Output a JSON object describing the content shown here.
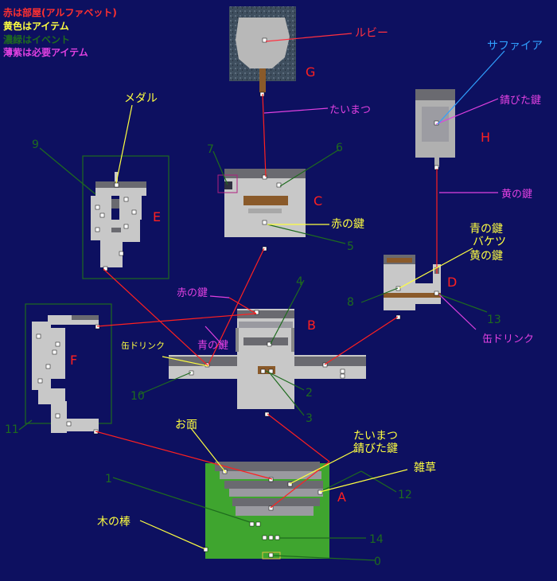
{
  "legend": [
    {
      "text": "赤は部屋(アルファベット)",
      "color": "#ff3030"
    },
    {
      "text": "黄色はアイテム",
      "color": "#ffff40"
    },
    {
      "text": "濃緑はイベント",
      "color": "#1e6b1e"
    },
    {
      "text": "薄紫は必要アイテム",
      "color": "#e040e0"
    }
  ],
  "colors": {
    "background": "#0d1060",
    "room": "#ff2020",
    "item": "#ffff40",
    "event": "#1e6b1e",
    "required": "#e040e0",
    "gem": "#ff3040",
    "sapphire": "#30a0ff",
    "grass": "#3fa52f",
    "floor": "#c8c8c8",
    "wall": "#6a6a70"
  },
  "rooms": [
    "A",
    "B",
    "C",
    "D",
    "E",
    "F",
    "G",
    "H"
  ],
  "items": [
    "お面",
    "たいまつ",
    "錆びた鍵",
    "雑草",
    "木の棒",
    "赤の鍵",
    "青の鍵",
    "バケツ",
    "黄の鍵",
    "メダル",
    "缶ドリンク"
  ],
  "gems": [
    "ルビー",
    "サファイア"
  ],
  "required_items": [
    "たいまつ",
    "錆びた鍵",
    "黄の鍵",
    "赤の鍵",
    "青の鍵",
    "缶ドリンク"
  ],
  "events": [
    "0",
    "1",
    "2",
    "3",
    "4",
    "5",
    "6",
    "7",
    "8",
    "9",
    "10",
    "11",
    "12",
    "13",
    "14"
  ]
}
